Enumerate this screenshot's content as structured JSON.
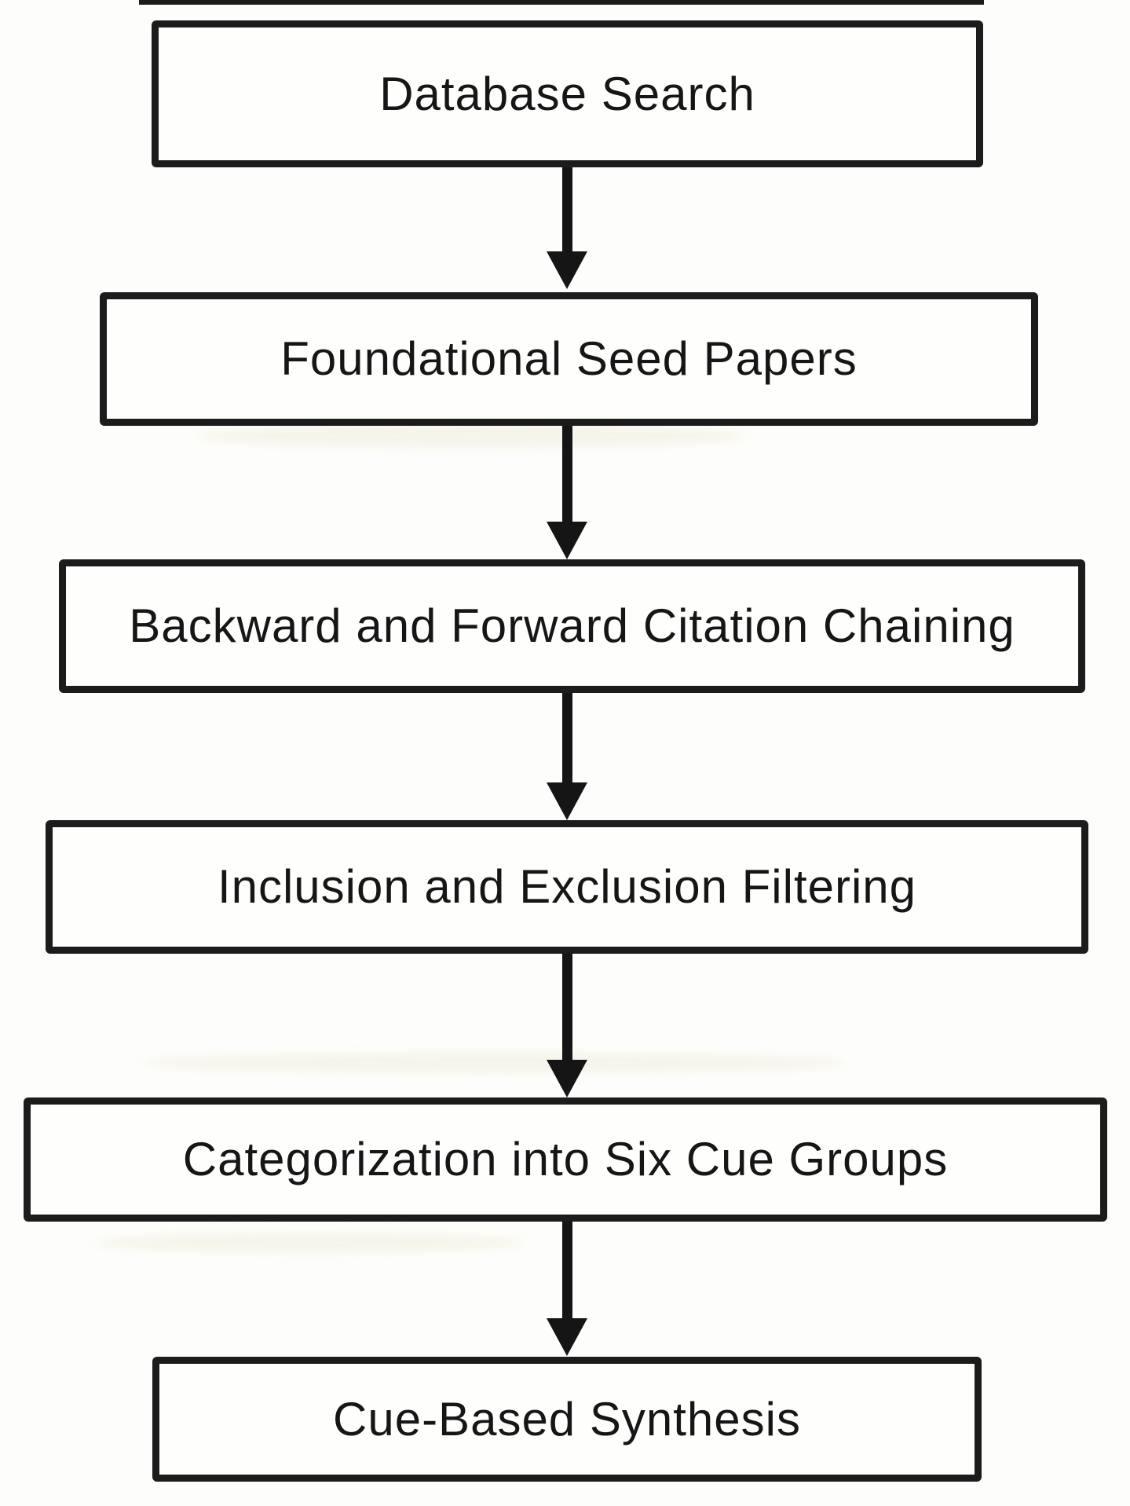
{
  "diagram": {
    "type": "flowchart",
    "direction": "top-to-bottom",
    "background_color": "#fdfdfb",
    "line_color": "#1c1c1c",
    "text_color": "#161616",
    "connector_style": "down-arrow",
    "steps": [
      {
        "label": "Database Search"
      },
      {
        "label": "Foundational Seed Papers"
      },
      {
        "label": "Backward and Forward Citation Chaining"
      },
      {
        "label": "Inclusion and Exclusion Filtering"
      },
      {
        "label": "Categorization into Six Cue Groups"
      },
      {
        "label": "Cue-Based Synthesis"
      }
    ]
  }
}
